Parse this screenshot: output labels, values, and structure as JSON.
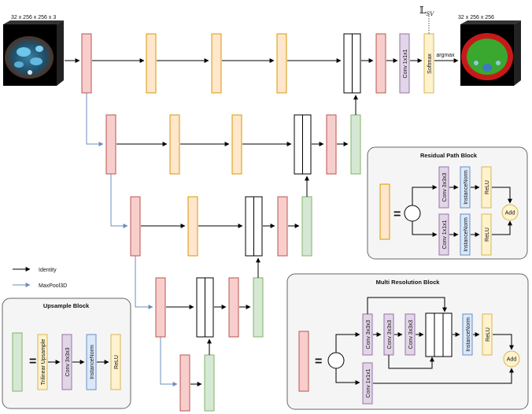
{
  "input_shape": "32 x 256 x 256 x 3",
  "output_shape": "32 x 256 x 256",
  "loss_label": "𝕃",
  "loss_sub": "SV",
  "argmax": "argmax",
  "conv1x1x1": "Conv 1x1x1",
  "softmax": "Softmax",
  "legend": {
    "identity": "Identity",
    "maxpool": "MaxPool3D"
  },
  "upsample_block": {
    "title": "Upsample Block",
    "eq": "=",
    "ops": [
      "Trilinear Upsample",
      "Conv 3x3x3",
      "InstanceNorm",
      "ReLU"
    ]
  },
  "residual_block": {
    "title": "Residual Path Block",
    "eq": "=",
    "top_ops": [
      "Conv 3x3x3",
      "InstanceNorm",
      "ReLU"
    ],
    "bottom_ops": [
      "Conv 1x1x1",
      "InstanceNorm",
      "ReLU"
    ],
    "add": "Add"
  },
  "multires_block": {
    "title": "Multi Resolution Block",
    "eq": "=",
    "convs": [
      "Conv 3x3x3",
      "Conv 3x3x3",
      "Conv 3x3x3"
    ],
    "skip_conv": "Conv 1x1x1",
    "ops": [
      "InstanceNorm",
      "ReLU"
    ],
    "add": "Add"
  },
  "colors": {
    "red_fill": "#f8cecc",
    "red_stroke": "#b85450",
    "orange_fill": "#ffe6cc",
    "orange_stroke": "#d79b00",
    "green_fill": "#d5e8d4",
    "green_stroke": "#82b366",
    "purple_fill": "#e1d5e7",
    "purple_stroke": "#9673a6",
    "blue_fill": "#dae8fc",
    "blue_stroke": "#6c8ebf",
    "yellow_fill": "#fff2cc",
    "yellow_stroke": "#d6b656",
    "panel_fill": "#f5f5f5",
    "panel_stroke": "#666666",
    "maxpool_arrow": "#6c8ebf"
  }
}
